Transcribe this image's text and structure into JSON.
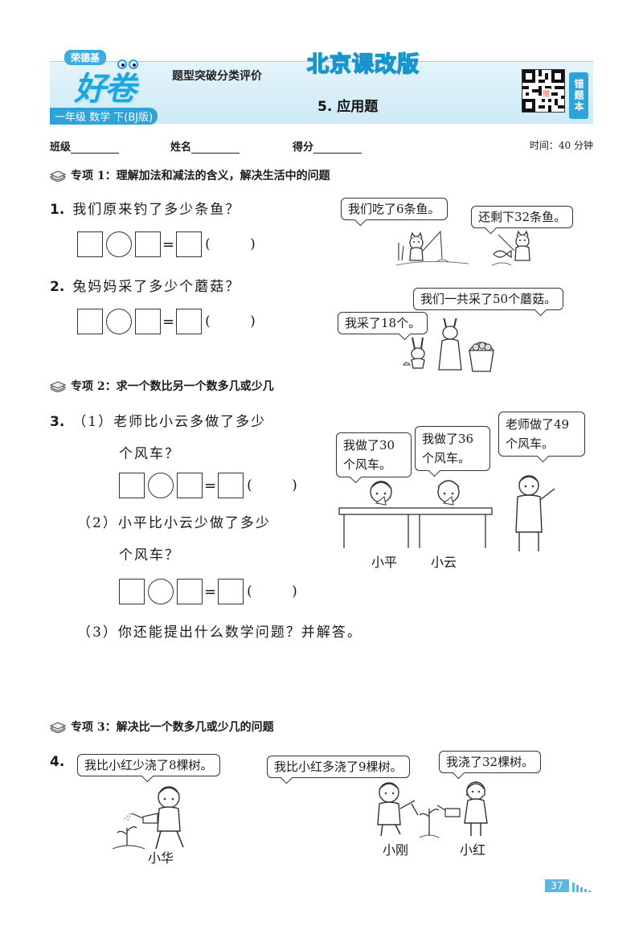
{
  "header": {
    "brand": "荣德基",
    "logo_text": "好卷",
    "grade": "一年级 数学 下(BJ版)",
    "type_label": "题型突破分类评价",
    "edition": "北京课改版",
    "chapter": "5. 应用题",
    "qr_gift": "赠",
    "error_book": "错题本",
    "icons": [
      "qr-code-icon"
    ]
  },
  "info": {
    "class_label": "班级",
    "name_label": "姓名",
    "score_label": "得分",
    "time": "时间：40 分钟"
  },
  "sections": [
    {
      "title": "专项 1：理解加法和减法的含义，解决生活中的问题"
    },
    {
      "title": "专项 2：求一个数比另一个数多几或少几"
    },
    {
      "title": "专项 3：解决比一个数多几或少几的问题"
    }
  ],
  "questions": {
    "q1": {
      "num": "1.",
      "text": "我们原来钓了多少条鱼？",
      "bubble_a": "我们吃了6条鱼。",
      "bubble_b": "还剩下32条鱼。"
    },
    "q2": {
      "num": "2.",
      "text": "兔妈妈采了多少个蘑菇？",
      "bubble_a": "我们一共采了50个蘑菇。",
      "bubble_b": "我采了18个。"
    },
    "q3": {
      "num": "3.",
      "p1_label": "（1）",
      "p1_line1": "老师比小云多做了多少",
      "p1_line2": "个风车？",
      "p2_label": "（2）",
      "p2_line1": "小平比小云少做了多少",
      "p2_line2": "个风车？",
      "p3_label": "（3）",
      "p3_text": "你还能提出什么数学问题？并解答。",
      "bubble_a": "我做了30个风车。",
      "bubble_b": "我做了36个风车。",
      "bubble_c": "老师做了49个风车。",
      "name_a": "小平",
      "name_b": "小云"
    },
    "q4": {
      "num": "4.",
      "bubble_a": "我比小红少浇了8棵树。",
      "bubble_b": "我比小红多浇了9棵树。",
      "bubble_c": "我浇了32棵树。",
      "name_a": "小华",
      "name_b": "小刚",
      "name_c": "小红"
    }
  },
  "equation": {
    "equals": "=",
    "unit": "( )"
  },
  "footer": {
    "page": "37"
  },
  "colors": {
    "accent": "#1ca5de",
    "banner_bg": "#cdeaf6"
  }
}
